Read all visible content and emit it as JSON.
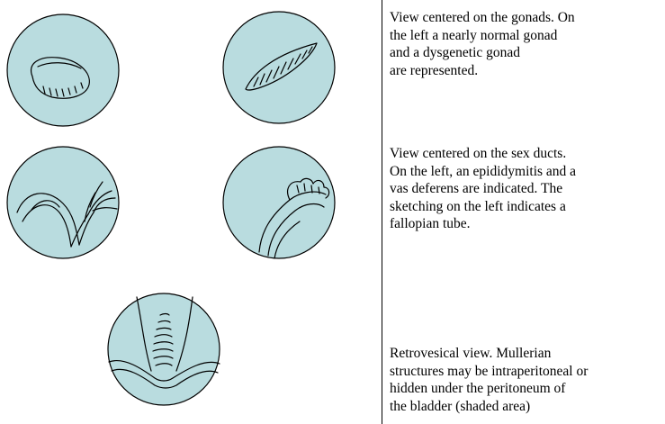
{
  "captions": {
    "gonads": "View centered on the gonads. On\nthe left a nearly normal gonad\nand a dysgenetic gonad\nare represented.",
    "sex_ducts": "View centered on the sex ducts.\nOn the left, an epididymitis and a\nvas deferens are indicated. The\nsketching on the left indicates a\nfallopian tube.",
    "retrovesical": "Retrovesical view. Mullerian\nstructures may be intraperitoneal or\nhidden under the peritoneum of\nthe bladder (shaded area)"
  },
  "colors": {
    "circle_fill": "#b9dcdf",
    "line": "#000000"
  }
}
